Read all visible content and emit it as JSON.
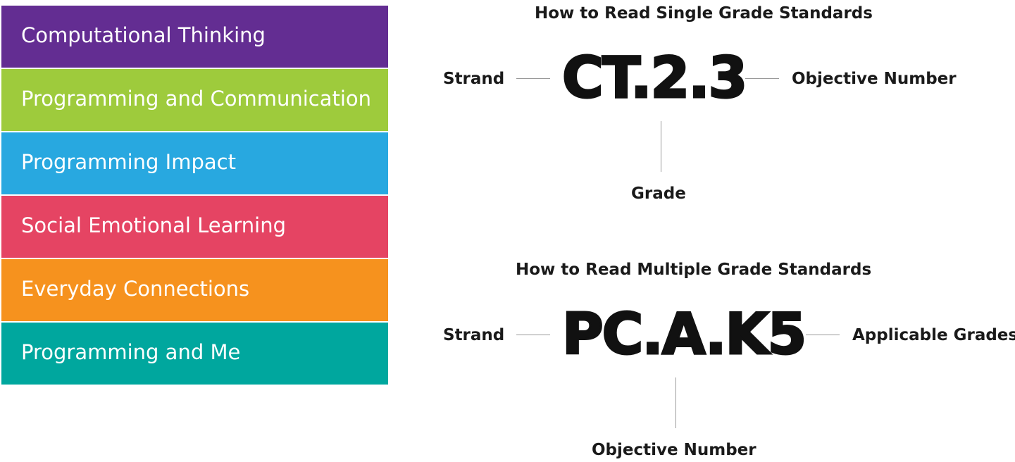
{
  "strands": [
    {
      "label": "Computational Thinking",
      "color": "#632d92"
    },
    {
      "label": "Programming and Communication",
      "color": "#9ecb3c"
    },
    {
      "label": "Programming Impact",
      "color": "#28a8e0"
    },
    {
      "label": "Social Emotional Learning",
      "color": "#e54463"
    },
    {
      "label": "Everyday Connections",
      "color": "#f6921e"
    },
    {
      "label": "Programming and Me",
      "color": "#00a79e"
    }
  ],
  "single": {
    "title": "How to Read Single Grade Standards",
    "code": "CT.2.3",
    "left_label": "Strand",
    "right_label": "Objective Number",
    "bottom_label": "Grade"
  },
  "multiple": {
    "title": "How to Read Multiple Grade Standards",
    "code": "PC.A.K5",
    "left_label": "Strand",
    "right_label": "Applicable Grades",
    "bottom_label": "Objective Number"
  }
}
